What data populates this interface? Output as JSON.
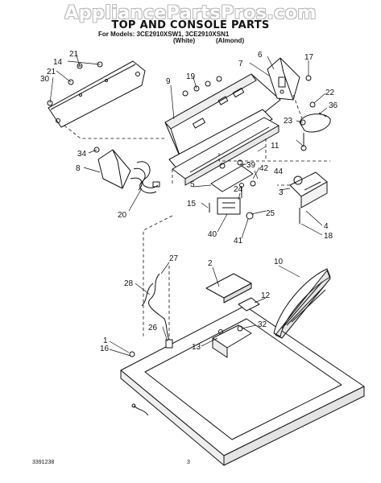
{
  "watermark": "AppliancePartsPros.com",
  "title": "TOP AND CONSOLE PARTS",
  "models_line": "For Models: 3CE2910XSW1, 3CE2910XSN1",
  "variants": [
    "(White)",
    "(Almond)"
  ],
  "document_number": "3391238",
  "page_number": "3",
  "callouts": {
    "c1": "1",
    "c2": "2",
    "c3": "3",
    "c4": "4",
    "c5": "5",
    "c6": "6",
    "c7": "7",
    "c8": "8",
    "c9": "9",
    "c10": "10",
    "c11": "11",
    "c12": "12",
    "c13": "13",
    "c14": "14",
    "c15": "15",
    "c16": "16",
    "c17": "17",
    "c18": "18",
    "c19": "19",
    "c20": "20",
    "c21": "21",
    "c21b": "21",
    "c22": "22",
    "c23": "23",
    "c24": "24",
    "c25": "25",
    "c26": "26",
    "c27": "27",
    "c28": "28",
    "c30": "30",
    "c32": "32",
    "c34": "34",
    "c36": "36",
    "c39": "39",
    "c40": "40",
    "c41": "41",
    "c42": "42",
    "c44": "44"
  }
}
